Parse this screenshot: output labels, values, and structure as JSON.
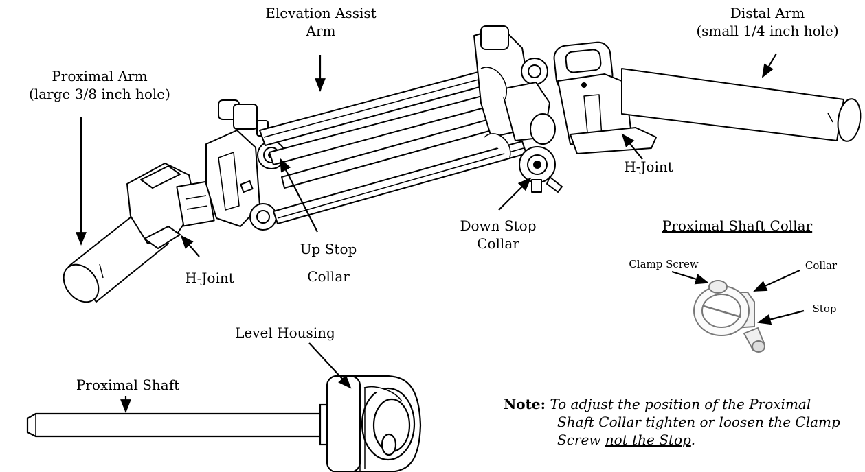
{
  "labels": {
    "elevation_line1": "Elevation Assist",
    "elevation_line2": "Arm",
    "distal_line1": "Distal Arm",
    "distal_line2": "(small 1/4 inch hole)",
    "proximal_line1": "Proximal Arm",
    "proximal_line2": "(large 3/8 inch hole)",
    "h_joint_left": "H-Joint",
    "h_joint_right": "H-Joint",
    "up_stop_line1": "Up Stop",
    "up_stop_line2": "Collar",
    "down_stop_line1": "Down Stop",
    "down_stop_line2": "Collar",
    "proximal_shaft": "Proximal Shaft",
    "level_housing": "Level Housing"
  },
  "collar_detail": {
    "title": "Proximal Shaft Collar",
    "clamp_screw": "Clamp Screw",
    "collar": "Collar",
    "stop": "Stop"
  },
  "note": {
    "prefix": "Note:",
    "text_line1": "To adjust the position of the Proximal",
    "text_line2": "Shaft Collar tighten or loosen the Clamp",
    "text_line3_a": "Screw ",
    "text_line3_b": "not the Stop",
    "text_line3_c": "."
  }
}
